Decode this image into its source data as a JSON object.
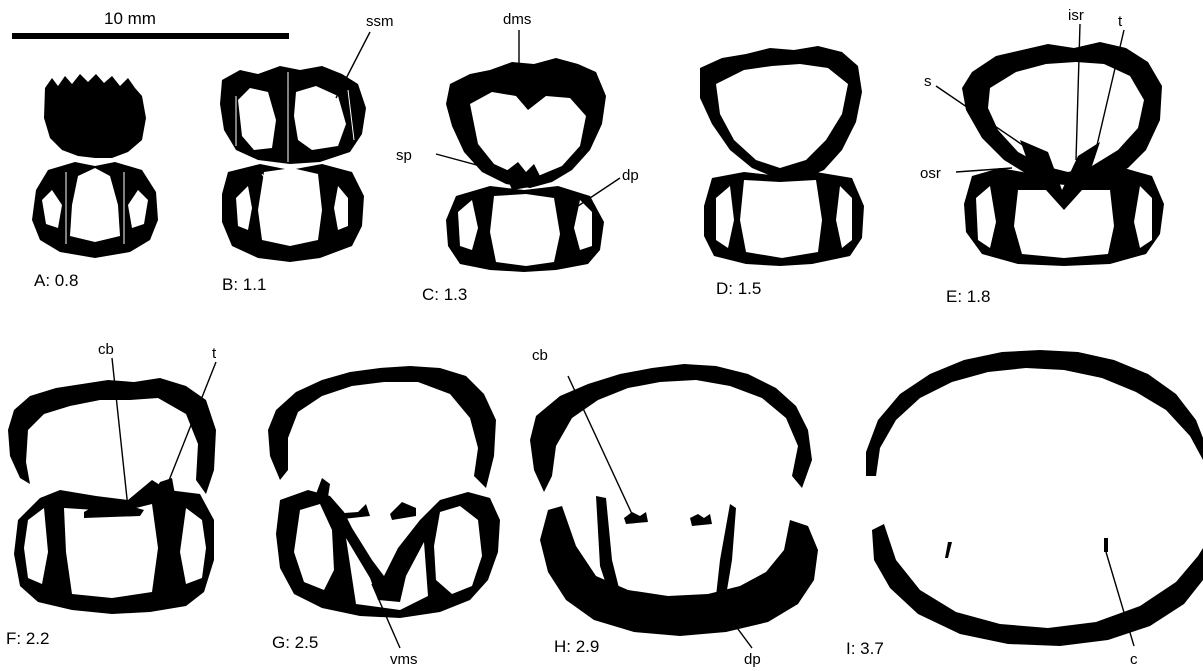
{
  "scale_bar": {
    "label": "10 mm"
  },
  "panels": [
    {
      "id": "A",
      "label": "A: 0.8"
    },
    {
      "id": "B",
      "label": "B: 1.1"
    },
    {
      "id": "C",
      "label": "C: 1.3"
    },
    {
      "id": "D",
      "label": "D: 1.5"
    },
    {
      "id": "E",
      "label": "E: 1.8"
    },
    {
      "id": "F",
      "label": "F: 2.2"
    },
    {
      "id": "G",
      "label": "G: 2.5"
    },
    {
      "id": "H",
      "label": "H: 2.9"
    },
    {
      "id": "I",
      "label": "I: 3.7"
    }
  ],
  "annotations": {
    "ssm": "ssm",
    "dms": "dms",
    "sp": "sp",
    "dp_c": "dp",
    "isr": "isr",
    "t_e": "t",
    "s": "s",
    "osr": "osr",
    "cb_f": "cb",
    "t_f": "t",
    "vms": "vms",
    "cb_h": "cb",
    "dp_h": "dp",
    "c": "c"
  }
}
